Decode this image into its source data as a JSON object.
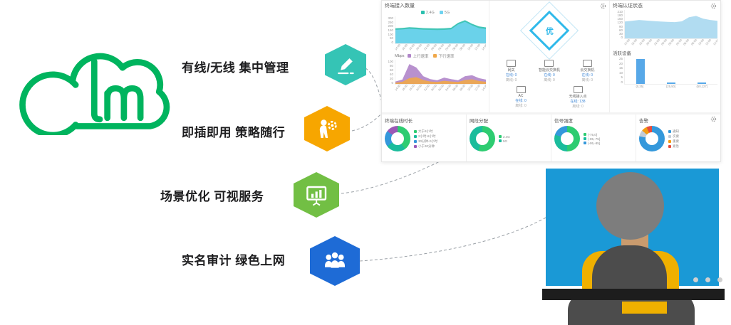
{
  "logo": {
    "letters": "clm",
    "color": "#00b45e"
  },
  "features": [
    {
      "label": "有线/无线 集中管理",
      "icon": "pencil-icon",
      "color": "#35c4b5"
    },
    {
      "label": "即插即用 策略随行",
      "icon": "person-gear-icon",
      "color": "#f7a600"
    },
    {
      "label": "场景优化 可视服务",
      "icon": "chart-board-icon",
      "color": "#72bf44"
    },
    {
      "label": "实名审计 绿色上网",
      "icon": "people-icon",
      "color": "#1e6bd6"
    }
  ],
  "dashboard": {
    "times": [
      "14:00",
      "16:00",
      "18:00",
      "20:00",
      "22:00",
      "00:00",
      "02:00",
      "04:00",
      "06:00",
      "08:00",
      "10:00",
      "12:00",
      "14:00"
    ],
    "access_panel": {
      "title": "终端接入数量",
      "legend": [
        {
          "label": "2.4G",
          "color": "#2bbfae"
        },
        {
          "label": "5G",
          "color": "#6fd3f0"
        }
      ],
      "chart1": {
        "type": "area",
        "ymax": 300,
        "yticks": [
          300,
          250,
          200,
          150,
          100,
          50,
          0
        ],
        "series": [
          {
            "name": "2.4G",
            "color": "#2bbfae",
            "values": [
              168,
              172,
              180,
              176,
              170,
              168,
              166,
              168,
              174,
              228,
              258,
              218,
              188,
              178
            ]
          },
          {
            "name": "5G",
            "color": "#6fd3f0",
            "values": [
              150,
              155,
              162,
              158,
              152,
              150,
              148,
              150,
              156,
              210,
              240,
              200,
              170,
              160
            ]
          }
        ]
      },
      "speed_label": "Mbps",
      "legend2": [
        {
          "label": "上行速率",
          "color": "#b085c9"
        },
        {
          "label": "下行速率",
          "color": "#f0a84a"
        }
      ],
      "chart2": {
        "type": "area",
        "ymax": 100,
        "yticks": [
          100,
          80,
          60,
          40,
          20,
          0
        ],
        "series": [
          {
            "name": "上行速率",
            "color": "#b085c9",
            "values": [
              10,
              18,
              82,
              68,
              32,
              20,
              15,
              26,
              20,
              15,
              32,
              36,
              24,
              18
            ]
          },
          {
            "name": "下行速率",
            "color": "#f0a84a",
            "values": [
              5,
              9,
              24,
              28,
              16,
              10,
              8,
              13,
              10,
              8,
              16,
              19,
              12,
              9
            ]
          }
        ]
      }
    },
    "health_panel": {
      "grade": "优",
      "devices": [
        {
          "name": "网关",
          "online": "在线: 0",
          "offline": "离线: 0"
        },
        {
          "name": "智能云交换机",
          "online": "在线: 0",
          "offline": "离线: 0"
        },
        {
          "name": "云交换机",
          "online": "在线: 0",
          "offline": "离线: 0"
        },
        {
          "name": "AC",
          "online": "在线: 0",
          "offline": "离线: 0"
        },
        {
          "name": "无线接入点",
          "online": "在线: 138",
          "offline": "离线: 0"
        }
      ]
    },
    "auth_panel": {
      "title": "终端认证状态",
      "chart": {
        "type": "area",
        "ymax": 210,
        "yticks": [
          210,
          180,
          150,
          120,
          90,
          60,
          30,
          0
        ],
        "color": "#a8d8f0",
        "values": [
          125,
          130,
          136,
          132,
          128,
          125,
          122,
          120,
          126,
          156,
          166,
          146,
          136,
          130
        ]
      },
      "active_title": "活跃设备",
      "bars": {
        "type": "bar",
        "ymax": 25,
        "yticks": [
          25,
          20,
          15,
          10,
          5,
          0
        ],
        "categories": [
          "(0,25]",
          "(25,50]",
          "(50,127]"
        ],
        "values": [
          23,
          1,
          1
        ],
        "color": "#57a8e8"
      }
    },
    "bottom_panels": [
      {
        "title": "终端在线时长",
        "type": "pie",
        "segments": [
          {
            "label": "大于8小时",
            "color": "#2ecc71",
            "value": 40
          },
          {
            "label": "2小时-8小时",
            "color": "#1abc9c",
            "value": 25
          },
          {
            "label": "30分钟-2小时",
            "color": "#3498db",
            "value": 20
          },
          {
            "label": "小于30分钟",
            "color": "#9b59b6",
            "value": 15
          }
        ]
      },
      {
        "title": "网段分配",
        "type": "pie",
        "segments": [
          {
            "label": "2.4G",
            "color": "#2ecc71",
            "value": 55
          },
          {
            "label": "5G",
            "color": "#1abc9c",
            "value": 45
          }
        ]
      },
      {
        "title": "信号强度",
        "type": "pie",
        "segments": [
          {
            "label": "(-75,0]",
            "color": "#2ecc71",
            "value": 50
          },
          {
            "label": "(-85,-75]",
            "color": "#1abc9c",
            "value": 30
          },
          {
            "label": "(-95,-85]",
            "color": "#3498db",
            "value": 20
          }
        ]
      },
      {
        "title": "告警",
        "type": "pie",
        "segments": [
          {
            "label": "通知",
            "color": "#3498db",
            "value": 78
          },
          {
            "label": "次要",
            "color": "#c3ccd6",
            "value": 8
          },
          {
            "label": "重要",
            "color": "#f39c12",
            "value": 7
          },
          {
            "label": "紧急",
            "color": "#e74c3c",
            "value": 7
          }
        ]
      }
    ]
  }
}
